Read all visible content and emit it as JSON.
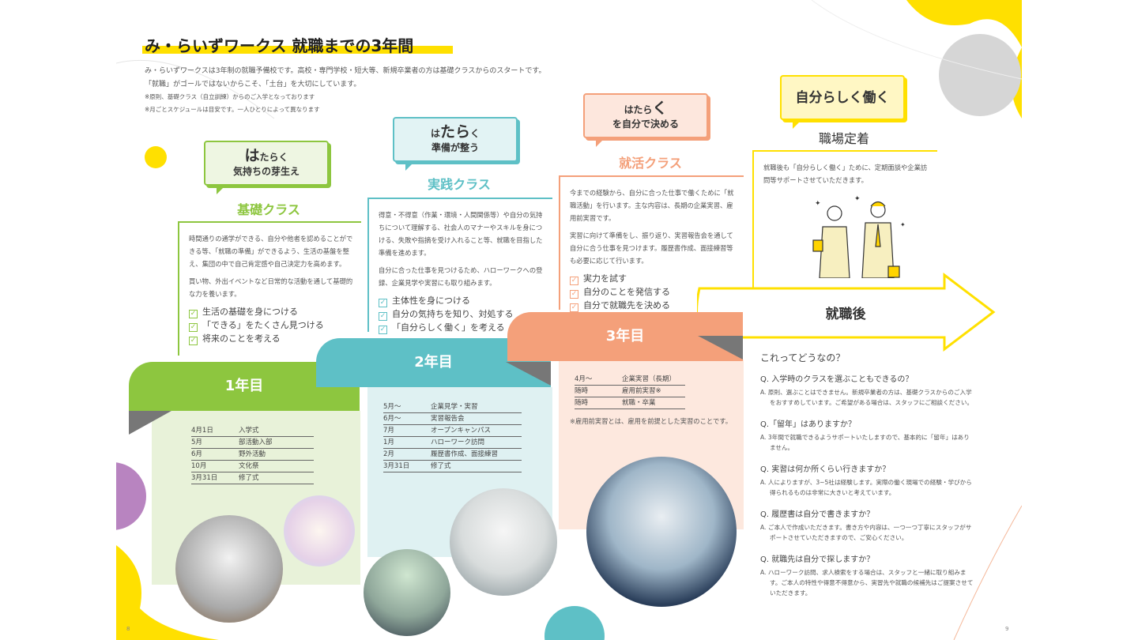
{
  "header": {
    "title": "み・らいずワークス 就職までの3年間",
    "intro": [
      "み・らいずワークスは3年制の就職予備校です。高校・専門学校・短大等、新規卒業者の方は基礎クラスからのスタートです。",
      "「就職」がゴールではないからこそ、「土台」を大切にしています。"
    ],
    "notes": [
      "※原則、基礎クラス（自立訓練）からのご入学となっております",
      "※月ごとスケジュールは目安です。一人ひとりによって異なります"
    ]
  },
  "classes": [
    {
      "bubble_big": "は",
      "bubble_rest": "たらく",
      "bubble_line2": "気持ちの芽生え",
      "label": "基礎クラス",
      "color": "#8dc63f",
      "paragraphs": [
        "時間通りの通学ができる、自分や他者を認めることができる等、「就職の準備」ができるよう、生活の基盤を整え、集団の中で自己肯定感や自己決定力を高めます。",
        "買い物、外出イベントなど日常的な活動を通して基礎的な力を養います。"
      ],
      "checks": [
        "生活の基礎を身につける",
        "「できる」をたくさん見つける",
        "将来のことを考える"
      ]
    },
    {
      "bubble_pre": "は",
      "bubble_big": "たら",
      "bubble_rest": "く",
      "bubble_line2": "準備が整う",
      "label": "実践クラス",
      "color": "#5ec0c6",
      "paragraphs": [
        "得意・不得意（作業・環境・人間関係等）や自分の気持ちについて理解する、社会人のマナーやスキルを身につける、失敗や指摘を受け入れること等、就職を目指した準備を進めます。",
        "自分に合った仕事を見つけるため、ハローワークへの登録、企業見学や実習にも取り組みます。"
      ],
      "checks": [
        "主体性を身につける",
        "自分の気持ちを知り、対処する",
        "「自分らしく働く」を考える"
      ]
    },
    {
      "bubble_pre": "はたら",
      "bubble_big": "く",
      "bubble_line2": "を自分で決める",
      "label": "就活クラス",
      "color": "#f4a07a",
      "paragraphs": [
        "今までの経験から、自分に合った仕事で働くために「就職活動」を行います。主な内容は、長期の企業実習、雇用前実習です。",
        "実習に向けて準備をし、振り返り、実習報告会を通して自分に合う仕事を見つけます。履歴書作成、面接練習等も必要に応じて行います。"
      ],
      "checks": [
        "実力を試す",
        "自分のことを発信する",
        "自分で就職先を決める"
      ]
    }
  ],
  "settle": {
    "bubble": "自分らしく働く",
    "label": "職場定着",
    "text": "就職後も「自分らしく働く」ために、定期面談や企業訪問等サポートさせていただきます。",
    "arrow": "就職後",
    "color": "#ffe000"
  },
  "years": [
    {
      "label": "1年目",
      "rows": [
        [
          "4月1日",
          "入学式"
        ],
        [
          "5月",
          "部活動入部"
        ],
        [
          "6月",
          "野外活動"
        ],
        [
          "10月",
          "文化祭"
        ],
        [
          "3月31日",
          "修了式"
        ]
      ]
    },
    {
      "label": "2年目",
      "rows": [
        [
          "5月～",
          "企業見学・実習"
        ],
        [
          "6月～",
          "実習報告会"
        ],
        [
          "7月",
          "オープンキャンパス"
        ],
        [
          "1月",
          "ハローワーク訪問"
        ],
        [
          "2月",
          "履歴書作成、面接練習"
        ],
        [
          "3月31日",
          "修了式"
        ]
      ]
    },
    {
      "label": "3年目",
      "rows": [
        [
          "4月～",
          "企業実習（長期）"
        ],
        [
          "随時",
          "雇用前実習※"
        ],
        [
          "随時",
          "就職・卒業"
        ]
      ],
      "note": "※雇用前実習とは、雇用を前提とした実習のことです。"
    }
  ],
  "qa": {
    "title": "これってどうなの？",
    "items": [
      {
        "q": "Q. 入学時のクラスを選ぶこともできるの？",
        "a": "A. 原則、選ぶことはできません。新規卒業者の方は、基礎クラスからのご入学をおすすめしています。ご希望がある場合は、スタッフにご相談ください。"
      },
      {
        "q": "Q.「留年」はありますか？",
        "a": "A. 3年間で就職できるようサポートいたしますので、基本的に「留年」はありません。"
      },
      {
        "q": "Q. 実習は何か所くらい行きますか？",
        "a": "A. 人によりますが、3~5社は経験します。実際の働く現場での経験・学びから得られるものは非常に大きいと考えています。"
      },
      {
        "q": "Q. 履歴書は自分で書きますか？",
        "a": "A. ご本人で作成いただきます。書き方や内容は、一つ一つ丁寧にスタッフがサポートさせていただきますので、ご安心ください。"
      },
      {
        "q": "Q. 就職先は自分で探しますか？",
        "a": "A. ハローワーク訪問、求人検索をする場合は、スタッフと一緒に取り組みます。ご本人の特性や得意不得意から、実習先や就職の候補先はご提案させていただきます。"
      }
    ]
  },
  "page_numbers": [
    "8",
    "9"
  ]
}
